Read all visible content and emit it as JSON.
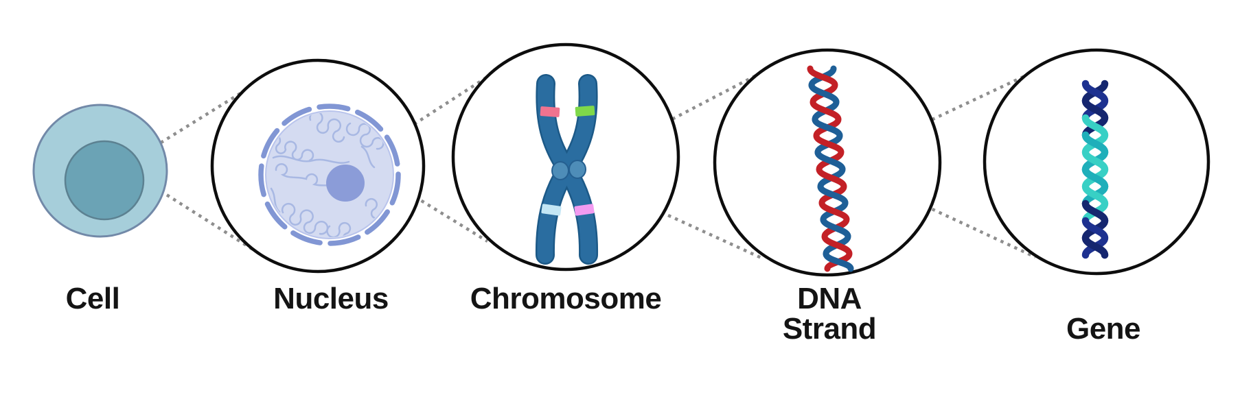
{
  "figure": {
    "stages": [
      {
        "id": "cell",
        "label": "Cell"
      },
      {
        "id": "nucleus",
        "label": "Nucleus"
      },
      {
        "id": "chromosome",
        "label": "Chromosome"
      },
      {
        "id": "dna_strand",
        "label": "DNA\nStrand"
      },
      {
        "id": "gene",
        "label": "Gene"
      }
    ],
    "colors": {
      "background": "#ffffff",
      "label_text": "#141414",
      "guide_dots": "#8e8e8e",
      "circle_outline": "#0d0d0d",
      "cell_outer_fill": "#a6ceda",
      "cell_outer_stroke": "#7289a8",
      "cell_inner_fill": "#6ba3b5",
      "cell_inner_stroke": "#5c8191",
      "nucleus_fill": "#d4dbf1",
      "nucleus_fill_stroke": "#b9c4ec",
      "nucleus_membrane": "#8196d4",
      "chromatin": "#a8b8e3",
      "nucleolus": "#8b9cd8",
      "chromosome_body": "#2a6da0",
      "chromosome_outline": "#1c5987",
      "band_pink": "#f0738f",
      "band_green": "#7fd84a",
      "band_lightblue": "#c3e6f5",
      "band_magenta": "#f29bf0",
      "centromere_fill": "#4e8db8",
      "centromere_stroke": "#255f90",
      "dna_red": "#c32026",
      "dna_blue": "#1e5f97",
      "gene_navy": "#1d3190",
      "gene_navy_dark": "#15266f",
      "gene_teal": "#38d0c5",
      "gene_teal_dark": "#1fafba"
    }
  }
}
